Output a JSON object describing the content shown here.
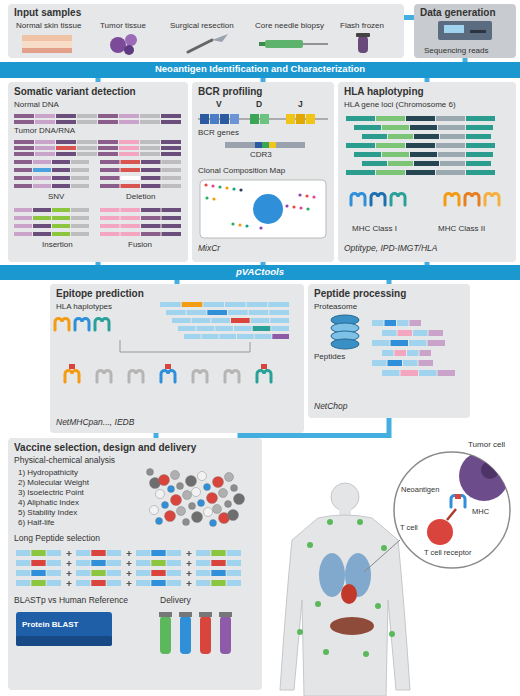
{
  "diagram": {
    "nodes": [
      {
        "text": [
          "Input samples",
          "Normal skin tissue",
          "Tumor tissue",
          "Surgical resection",
          "Core needle biopsy",
          "Flash frozen"
        ]
      },
      {
        "text": [
          "Data generation",
          "Sequencing reads"
        ]
      },
      {
        "text": [
          "Neoantigen Identification and Characterization"
        ]
      },
      {
        "text": [
          "Somatic variant detection",
          "Normal DNA",
          "Tumor DNA/RNA",
          "SNV",
          "Deletion",
          "Insertion",
          "Fusion"
        ]
      },
      {
        "text": [
          "BCR profiling",
          "V",
          "D",
          "J",
          "BCR genes",
          "CDR3",
          "Clonal Composition Map",
          "MixCr"
        ]
      },
      {
        "text": [
          "HLA haplotyping",
          "HLA gene loci (Chromosome 6)",
          "MHC Class I",
          "MHC Class II",
          "Optitype, IPD-IMGT/HLA"
        ]
      },
      {
        "text": [
          "pVACtools"
        ]
      },
      {
        "text": [
          "Epitope prediction",
          "HLA haplotypes",
          "NetMHCpan..., IEDB"
        ]
      },
      {
        "text": [
          "Peptide processing",
          "Proteasome",
          "Peptides",
          "NetChop"
        ]
      },
      {
        "text": [
          "Vaccine selection, design and delivery",
          "Physical-chemical analysis",
          "1) Hydropathicity",
          "2) Molecular Weight",
          "3) Isoelectric Point",
          "4) Aliphatic Index",
          "5) Stability Index",
          "6) Half-life",
          "Long Peptide selection",
          "BLASTp vs Human Reference",
          "Protein BLAST",
          "Delivery"
        ]
      }
    ],
    "edges": [
      {
        "from": 0,
        "to": 1,
        "arrow": "none"
      },
      {
        "from": 1,
        "to": 2,
        "arrow": "none"
      },
      {
        "from": 2,
        "to": 3,
        "arrow": "none"
      },
      {
        "from": 2,
        "to": 4,
        "arrow": "none"
      },
      {
        "from": 2,
        "to": 5,
        "arrow": "none"
      },
      {
        "from": 3,
        "to": 6,
        "arrow": "none"
      },
      {
        "from": 4,
        "to": 6,
        "arrow": "none"
      },
      {
        "from": 5,
        "to": 6,
        "arrow": "none"
      },
      {
        "from": 6,
        "to": 7,
        "arrow": "none"
      },
      {
        "from": 6,
        "to": 8,
        "arrow": "none"
      },
      {
        "from": 7,
        "to": 9,
        "arrow": "none"
      },
      {
        "from": 8,
        "to": 9,
        "arrow": "none"
      }
    ],
    "labels": [
      "Tumor cell",
      "Neoantigen",
      "MHC",
      "T cell",
      "T cell receptor"
    ]
  }
}
